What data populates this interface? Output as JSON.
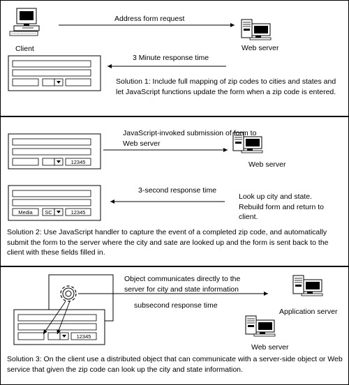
{
  "panel1": {
    "request_label": "Address form request",
    "client_label": "Client",
    "server_label": "Web server",
    "response_label": "3 Minute response time",
    "solution_text": "Solution 1: Include full mapping of zip codes to cities and states and let JavaScript functions update the form when a zip code is entered."
  },
  "panel2": {
    "submission_label": "JavaScript-invoked submission of form to Web server",
    "server_label": "Web server",
    "response_label": "3-second response time",
    "lookup_label": "Look up city and state. Rebuild form and return to client.",
    "form1_zip": "12345",
    "form2_city": "Media",
    "form2_state": "SC",
    "form2_zip": "12345",
    "solution_text": "Solution 2: Use JavaScript handler to capture the event of a completed zip code, and automatically submit the form to the server where the city and sate are looked up and the form is sent back to the client with these fields filled in."
  },
  "panel3": {
    "object_label": "Object communicates directly to the server for city and state information",
    "response_label": "subsecond response time",
    "app_server_label": "Application server",
    "web_server_label": "Web server",
    "form_zip": "12345",
    "solution_text": "Solution 3: On the client use a distributed object that can communicate with a server-side object or Web service that given the zip code can look up the city and state information."
  }
}
